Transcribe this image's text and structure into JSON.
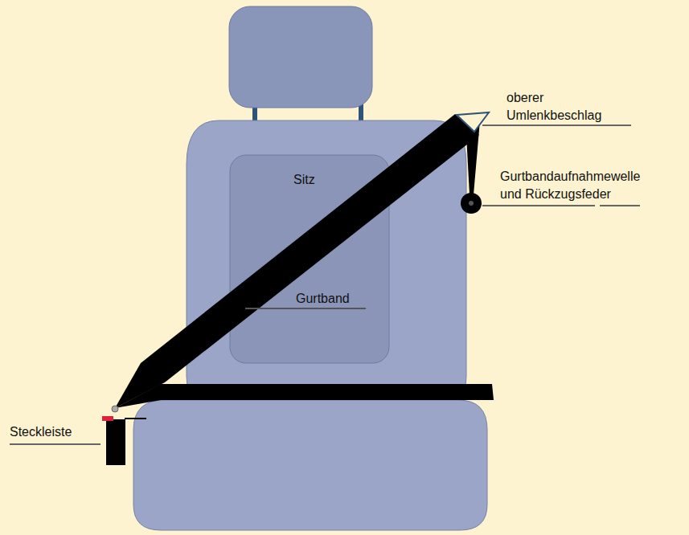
{
  "diagram": {
    "labels": [
      "oberer Umlenkbeschlag",
      "Sitz",
      "Gurtbandaufnahmewelle und Rückzugsfeder",
      "Gurtband",
      "Steckleiste"
    ]
  }
}
